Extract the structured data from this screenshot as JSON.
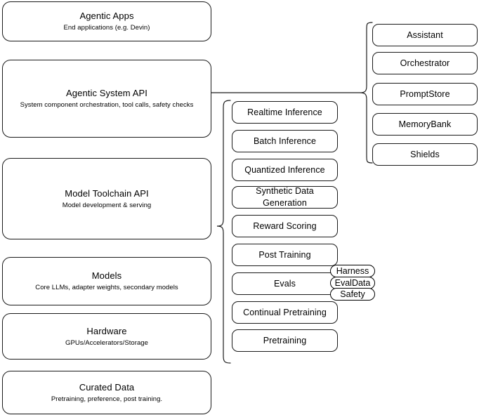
{
  "diagram": {
    "title": "Agentic stack layers",
    "stroke_color": "#1a1a1a",
    "background_color": "#ffffff"
  },
  "layers": [
    {
      "name": "agentic-apps",
      "title": "Agentic Apps",
      "subtitle": "End applications (e.g. Devin)"
    },
    {
      "name": "agentic-system-api",
      "title": "Agentic System API",
      "subtitle": "System component orchestration, tool calls, safety checks"
    },
    {
      "name": "model-toolchain-api",
      "title": "Model Toolchain API",
      "subtitle": "Model development & serving"
    },
    {
      "name": "models",
      "title": "Models",
      "subtitle": "Core LLMs, adapter weights, secondary models"
    },
    {
      "name": "hardware",
      "title": "Hardware",
      "subtitle": "GPUs/Accelerators/Storage"
    },
    {
      "name": "curated-data",
      "title": "Curated Data",
      "subtitle": "Pretraining, preference, post training."
    }
  ],
  "toolchain_components": [
    {
      "name": "realtime-inference",
      "label": "Realtime Inference"
    },
    {
      "name": "batch-inference",
      "label": "Batch Inference"
    },
    {
      "name": "quantized-inference",
      "label": "Quantized Inference"
    },
    {
      "name": "synthetic-data-generation",
      "label": "Synthetic Data Generation"
    },
    {
      "name": "reward-scoring",
      "label": "Reward Scoring"
    },
    {
      "name": "post-training",
      "label": "Post Training"
    },
    {
      "name": "evals",
      "label": "Evals"
    },
    {
      "name": "continual-pretraining",
      "label": "Continual Pretraining"
    },
    {
      "name": "pretraining",
      "label": "Pretraining"
    }
  ],
  "system_components": [
    {
      "name": "assistant",
      "label": "Assistant"
    },
    {
      "name": "orchestrator",
      "label": "Orchestrator"
    },
    {
      "name": "promptstore",
      "label": "PromptStore"
    },
    {
      "name": "memorybank",
      "label": "MemoryBank"
    },
    {
      "name": "shields",
      "label": "Shields"
    }
  ],
  "eval_tags": [
    {
      "name": "harness",
      "label": "Harness"
    },
    {
      "name": "evaldata",
      "label": "EvalData"
    },
    {
      "name": "safety",
      "label": "Safety"
    }
  ]
}
